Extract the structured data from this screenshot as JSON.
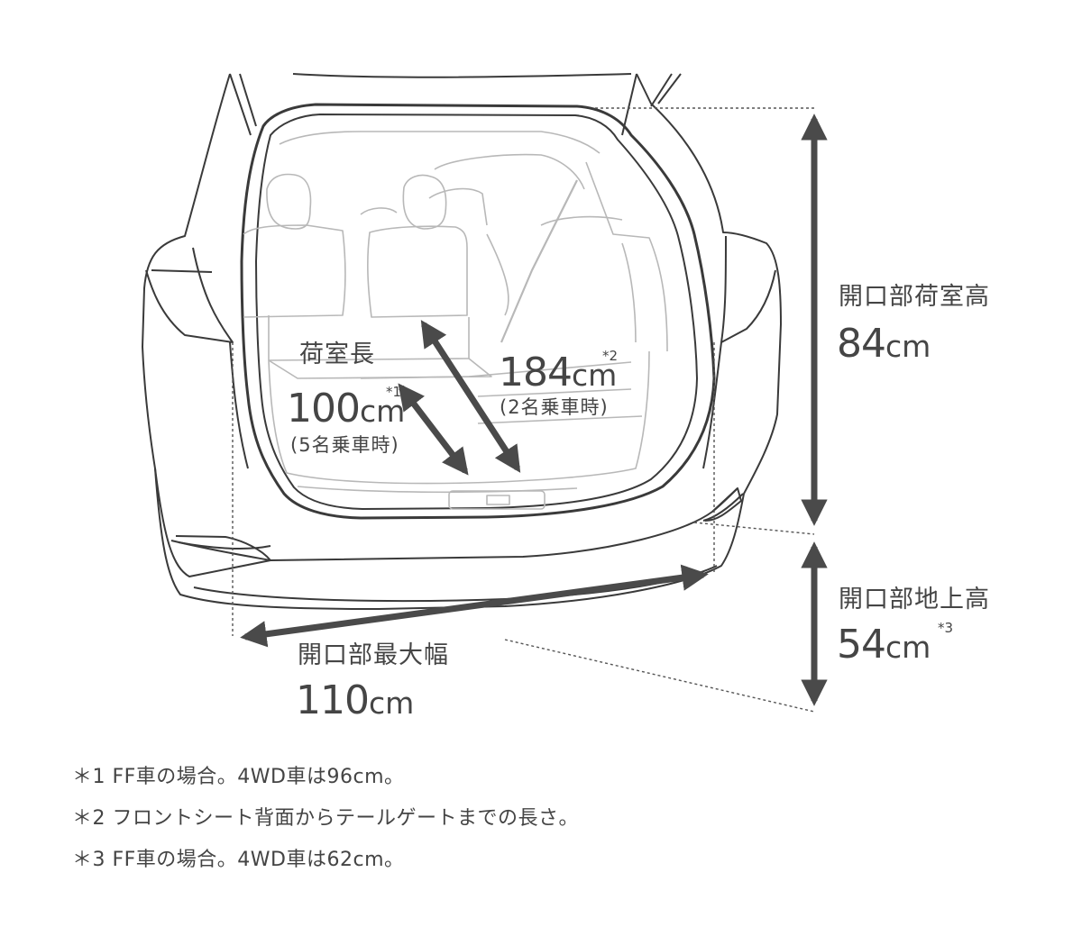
{
  "dimensions": {
    "height": {
      "label": "開口部荷室高",
      "value": "84",
      "unit": "cm",
      "note_mark": ""
    },
    "ground_height": {
      "label": "開口部地上高",
      "value": "54",
      "unit": "cm",
      "note_mark": "*3"
    },
    "width": {
      "label": "開口部最大幅",
      "value": "110",
      "unit": "cm",
      "note_mark": ""
    },
    "length_5": {
      "label": "荷室長",
      "value": "100",
      "unit": "cm",
      "note_mark": "*1",
      "condition": "(5名乗車時)"
    },
    "length_2": {
      "value": "184",
      "unit": "cm",
      "note_mark": "*2",
      "condition": "(2名乗車時)"
    }
  },
  "notes": [
    "＊1 FF車の場合。4WD車は96cm。",
    "＊2 フロントシート背面からテールゲートまでの長さ。",
    "＊3 FF車の場合。4WD車は62cm。"
  ],
  "colors": {
    "arrow": "#4a4a4a",
    "car_line": "#3a3a3a",
    "interior_line": "#b8b8b8",
    "text": "#454545"
  }
}
